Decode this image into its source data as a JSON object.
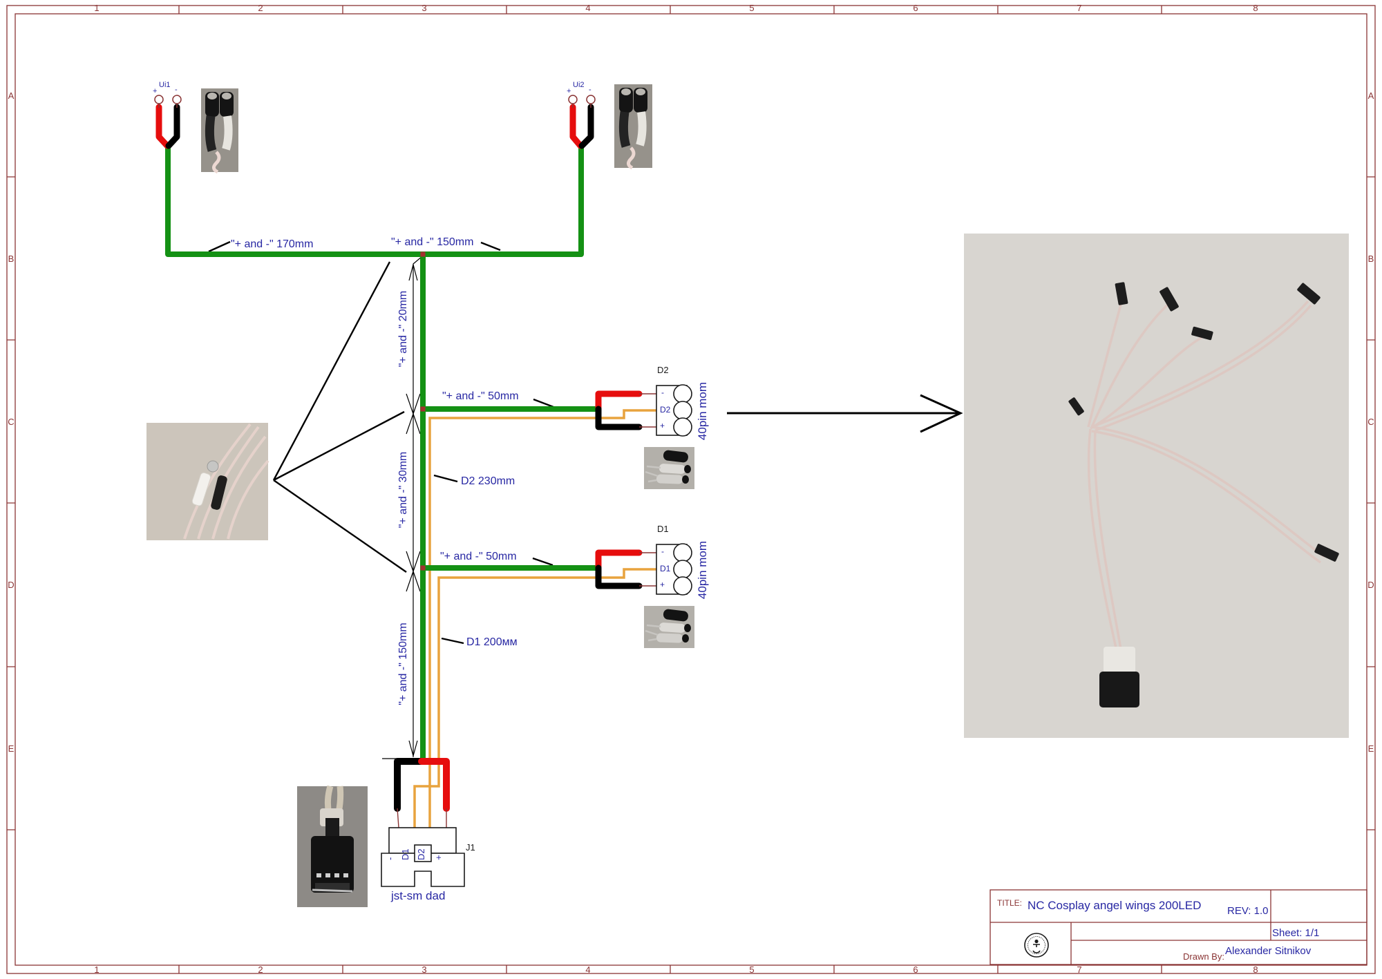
{
  "frame": {
    "columns": [
      "1",
      "2",
      "3",
      "4",
      "5",
      "6",
      "7",
      "8"
    ],
    "rows": [
      "A",
      "B",
      "C",
      "D",
      "E"
    ]
  },
  "colors": {
    "wire_green": "#149114",
    "wire_orange": "#e8a33e",
    "wire_red": "#e60d0d",
    "wire_black": "#000000",
    "frame_red": "#8a3434",
    "label_blue": "#2727a3"
  },
  "power_inputs": {
    "ui1": {
      "ref": "Ui1",
      "plus": "+",
      "minus": "-"
    },
    "ui2": {
      "ref": "Ui2",
      "plus": "+",
      "minus": "-"
    }
  },
  "wire_labels": {
    "seg_170": "\"+ and -\" 170mm",
    "seg_150_top": "\"+ and -\" 150mm",
    "seg_20": "\"+ and -\" 20mm",
    "seg_30": "\"+ and -\" 30mm",
    "seg_150_vert": "\"+ and -\" 150mm",
    "seg_50_d2": "\"+ and -\" 50mm",
    "seg_50_d1": "\"+ and -\" 50mm",
    "d2_length": "D2 230mm",
    "d1_length": "D1 200мм"
  },
  "connectors": {
    "d2": {
      "ref": "D2",
      "type": "40pin mom",
      "pins": [
        "-",
        "D2",
        "+"
      ]
    },
    "d1": {
      "ref": "D1",
      "type": "40pin mom",
      "pins": [
        "-",
        "D1",
        "+"
      ]
    },
    "j1": {
      "ref": "J1",
      "type": "jst-sm dad",
      "pins": [
        "-",
        "D1",
        "D2",
        "+"
      ]
    }
  },
  "title_block": {
    "title_label": "TITLE:",
    "title": "NC Cosplay angel wings 200LED",
    "rev": "REV: 1.0",
    "sheet": "Sheet: 1/1",
    "drawn_by_label": "Drawn By:",
    "drawn_by": "Alexander Sitnikov"
  }
}
